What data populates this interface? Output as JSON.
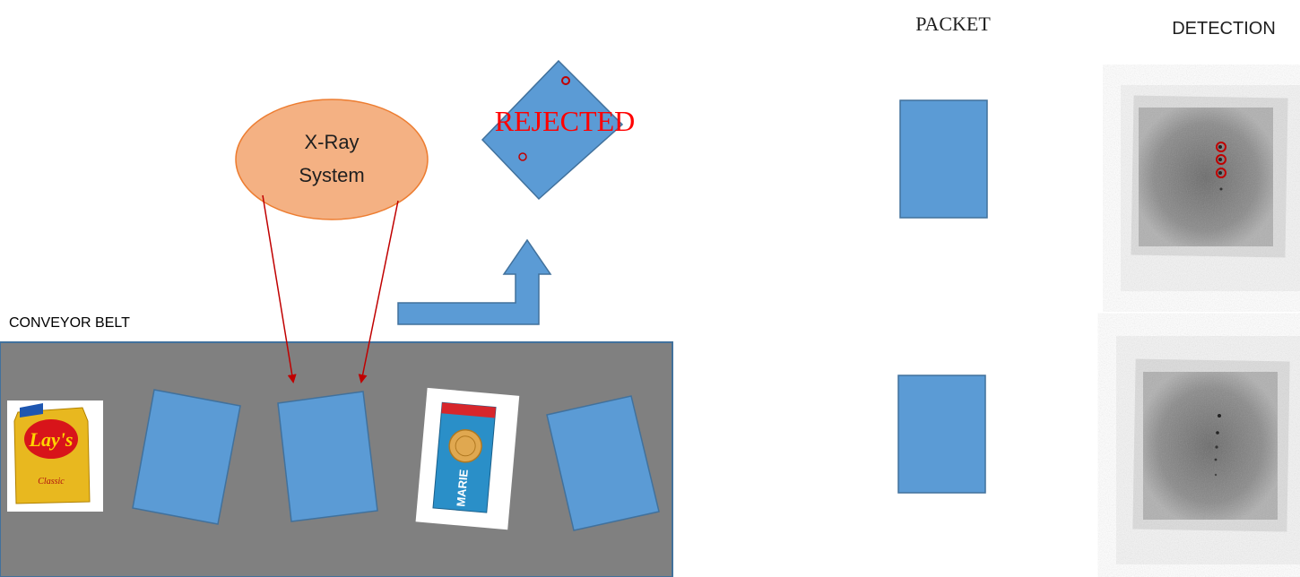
{
  "labels": {
    "conveyor_belt": "CONVEYOR BELT",
    "xray_system_line1": "X-Ray",
    "xray_system_line2": "System",
    "rejected": "REJECTED",
    "packet_header": "PACKET",
    "detection_header": "DETECTION"
  },
  "colors": {
    "belt": "#808080",
    "belt_border": "#41719c",
    "packet_blue": "#5b9bd5",
    "packet_border": "#41719c",
    "xray_fill": "#f4b183",
    "xray_border": "#ed7d31",
    "arrow_red": "#c00000",
    "rejected_text": "#ff0000",
    "defect_marker": "#c00000"
  },
  "belt_items": [
    "lays-classic-packet",
    "blue-packet",
    "blue-packet",
    "marie-biscuit-packet",
    "blue-packet"
  ],
  "detection_panels": [
    {
      "defects_circled": 3
    },
    {
      "defects_circled": 0
    }
  ]
}
